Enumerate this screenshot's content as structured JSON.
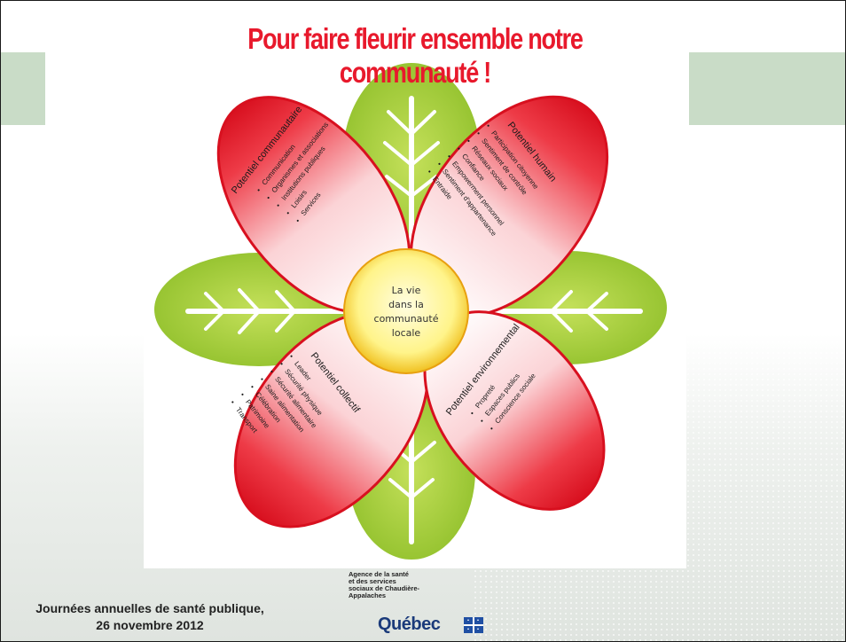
{
  "slide": {
    "title": "Pour faire fleurir ensemble notre communauté !",
    "center": [
      "La vie",
      "dans la",
      "communauté",
      "locale"
    ],
    "petals": {
      "communautaire": {
        "heading": "Potentiel communautaire",
        "items": [
          "Communication",
          "Organismes et associations",
          "Institutions publiques",
          "Loisirs",
          "Services"
        ]
      },
      "humain": {
        "heading": "Potentiel humain",
        "items": [
          "Participation citoyenne",
          "Sentiment de contrôle",
          "Réseaux sociaux",
          "Confiance",
          "Empowerment personnel",
          "Sentiment d'appartenance",
          "Entraide"
        ]
      },
      "collectif": {
        "heading": "Potentiel collectif",
        "items": [
          "Leader",
          "Sécurité physique",
          "Sécurité alimentaire",
          "Saine alimentation",
          "Célébration",
          "Patrimoine",
          "Transport"
        ]
      },
      "environnemental": {
        "heading": "Potentiel environnemental",
        "items": [
          "Propreté",
          "Espaces publics",
          "Conscience sociale"
        ]
      }
    }
  },
  "footer": {
    "line1": "Journées annuelles de santé publique,",
    "line2": "26 novembre 2012",
    "agency": [
      "Agence de la santé",
      "et des services",
      "sociaux de Chaudière-",
      "Appalaches"
    ],
    "logo_text": "Québec",
    "flag_color": "#1f4fa3"
  },
  "colors": {
    "title": "#e8192c",
    "petal": "#e8192c",
    "leaf": "#a8cc3a",
    "center": "#fff27a",
    "band": "#c9dcc7"
  }
}
